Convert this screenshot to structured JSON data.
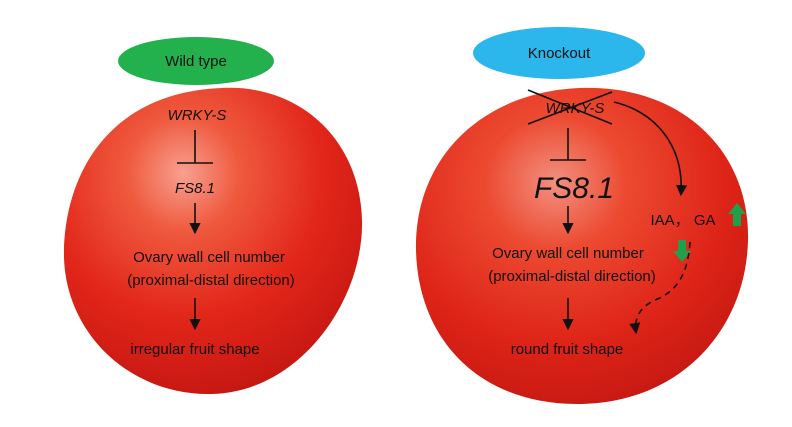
{
  "left_panel": {
    "badge": "Wild type",
    "gene": "WRKY-S",
    "target": "FS8.1",
    "cell_line1": "Ovary wall cell number",
    "cell_line2": "(proximal-distal direction)",
    "outcome": "irregular fruit shape"
  },
  "right_panel": {
    "badge": "Knockout",
    "gene": "WRKY-S",
    "target": "FS8.1",
    "hormones": "IAA， GA",
    "cell_line1": "Ovary wall cell number",
    "cell_line2": "(proximal-distal direction)",
    "outcome": "round  fruit shape"
  },
  "colors": {
    "wild_type_badge": "#22b14c",
    "knockout_badge": "#2bb6ec",
    "fruit_red": "#e8281a",
    "up_arrow": "#1fa04a",
    "down_arrow": "#1fa04a"
  }
}
